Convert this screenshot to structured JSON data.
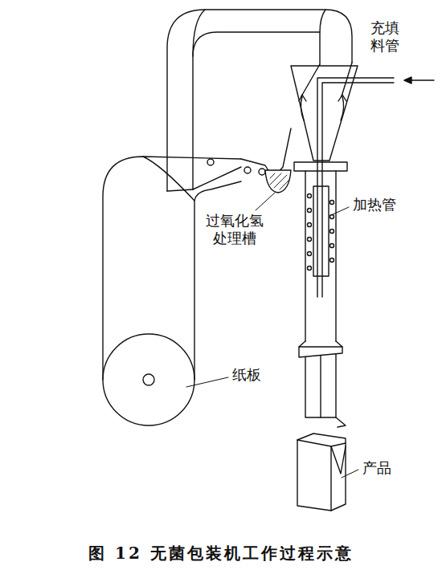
{
  "diagram": {
    "caption": "图 12 无菌包装机工作过程示意",
    "labels": [
      "充填 料管",
      "加热管",
      "过氧化氢 处理槽",
      "纸板",
      "产品"
    ]
  }
}
